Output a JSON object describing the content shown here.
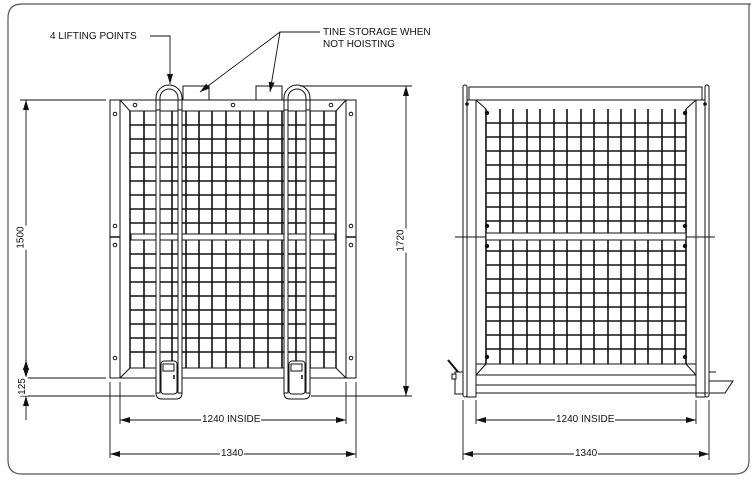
{
  "annotations": {
    "lifting_points": "4 LIFTING POINTS",
    "tine_storage_line1": "TINE STORAGE WHEN",
    "tine_storage_line2": "NOT HOISTING"
  },
  "front_view": {
    "dim_height_panel": "1500",
    "dim_height_base": "125",
    "dim_height_overall": "1720",
    "dim_width_inside": "1240 INSIDE",
    "dim_width_overall": "1340"
  },
  "side_view": {
    "dim_width_inside": "1240 INSIDE",
    "dim_width_overall": "1340"
  },
  "colors": {
    "line": "#111111",
    "border": "#555555",
    "background": "#ffffff"
  }
}
